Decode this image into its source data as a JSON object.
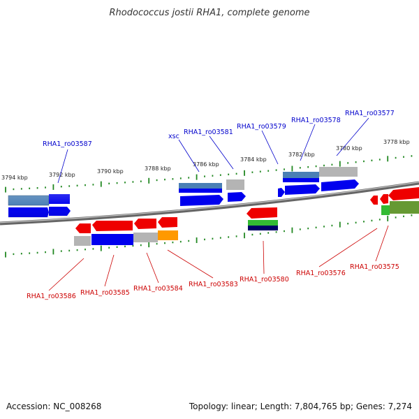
{
  "title": "Rhodococcus jostii RHA1, complete genome",
  "footer": {
    "accession": "Accession: NC_008268",
    "summary": "Topology: linear; Length: 7,804,765 bp; Genes: 7,274"
  },
  "colors": {
    "forward_label": "#0000cc",
    "reverse_label": "#cc0000",
    "gene_blue": "#0000ee",
    "gene_red": "#ee0000",
    "gene_grey": "#b4b4b4",
    "gene_steel": "#4a7fb5",
    "gene_orange": "#ff9900",
    "gene_green": "#33bb33",
    "gene_olive": "#669933",
    "gene_navy": "#000066",
    "scale_green": "#228822",
    "backbone": "#7a7a7a"
  },
  "kbp_ticks": [
    "3794 kbp",
    "3792 kbp",
    "3790 kbp",
    "3788 kbp",
    "3786 kbp",
    "3784 kbp",
    "3782 kbp",
    "3780 kbp",
    "3778 kbp"
  ],
  "forward_labels": [
    "RHA1_ro03587",
    "xsc",
    "RHA1_ro03581",
    "RHA1_ro03579",
    "RHA1_ro03578",
    "RHA1_ro03577"
  ],
  "reverse_labels": [
    "RHA1_ro03586",
    "RHA1_ro03585",
    "RHA1_ro03584",
    "RHA1_ro03583",
    "RHA1_ro03580",
    "RHA1_ro03576",
    "RHA1_ro03575"
  ]
}
